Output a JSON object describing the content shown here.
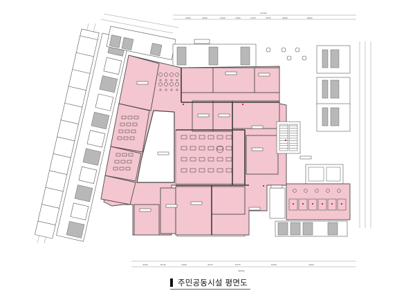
{
  "caption": "주민공동시설 평면도",
  "dimensions": {
    "top": [
      "2000",
      "4300",
      "2400",
      "7900",
      "4375",
      "3975",
      "8400",
      "6800"
    ],
    "bottom": [
      "4500",
      "8100",
      "7900",
      "4375",
      "6375",
      "8400",
      "4400"
    ],
    "top_total": "10300",
    "bottom_total": "48000"
  },
  "colors": {
    "room": "#f4c6d0",
    "parking": "#b8b8b8",
    "accent": "#d62424"
  }
}
